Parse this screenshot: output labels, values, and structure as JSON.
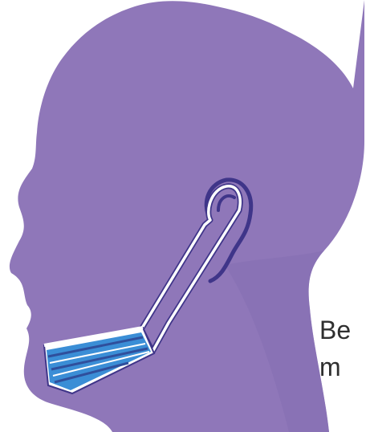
{
  "caption": {
    "line1": "Be",
    "line2": "m"
  },
  "colors": {
    "background": "#ffffff",
    "head": "#8f77b9",
    "head_shadow": "#7d64a9",
    "ear_outline": "#3f3589",
    "mask_strap": "#ffffff",
    "mask_blue": "#3b8ed6",
    "mask_dark": "#2f4f9c",
    "text": "#2f2f2f"
  },
  "icons": {
    "illustration": "head-with-mask-illustration"
  }
}
